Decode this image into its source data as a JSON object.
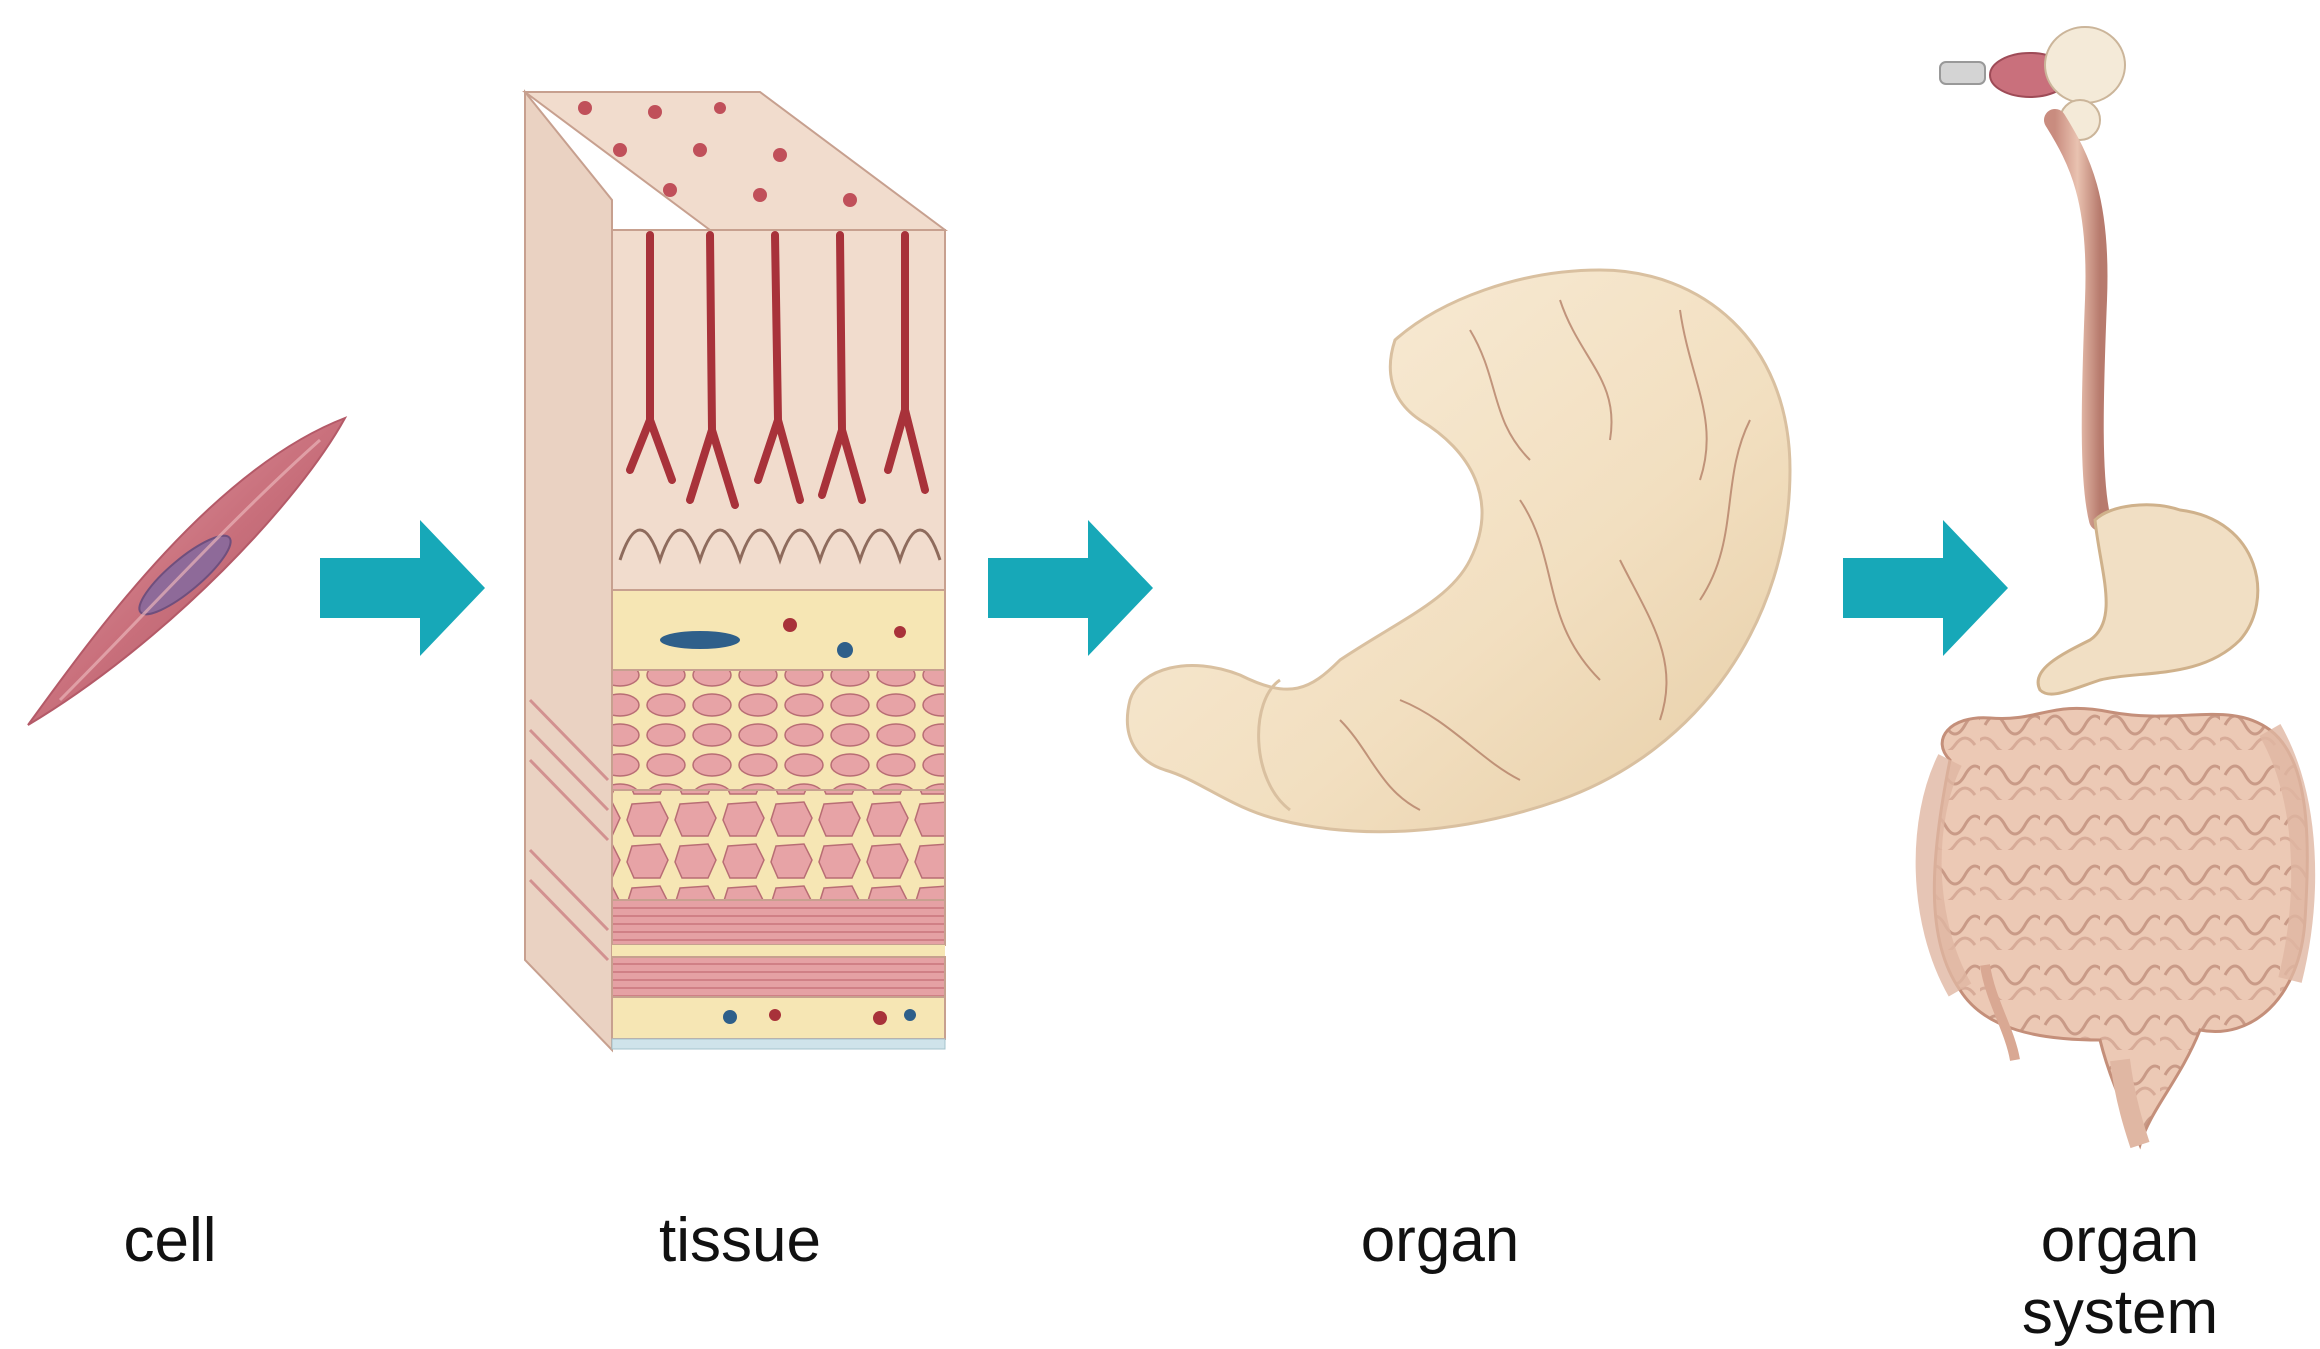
{
  "stages": [
    {
      "id": "cell",
      "label": "cell"
    },
    {
      "id": "tissue",
      "label": "tissue"
    },
    {
      "id": "organ",
      "label": "organ"
    },
    {
      "id": "organ-system",
      "label_line1": "organ",
      "label_line2": "system"
    }
  ],
  "arrow_color": "#17a8b8",
  "colors": {
    "cell_fill": "#c9707c",
    "cell_nucleus": "#8e6a99",
    "tissue_mucosa": "#f1dccd",
    "tissue_gland": "#a8323a",
    "tissue_submucosa": "#f6e6b4",
    "tissue_muscle": "#e5a1a4",
    "organ_fill": "#f4e3c6",
    "organ_vessel": "#b07a62",
    "system_fill": "#ecc9b5"
  }
}
